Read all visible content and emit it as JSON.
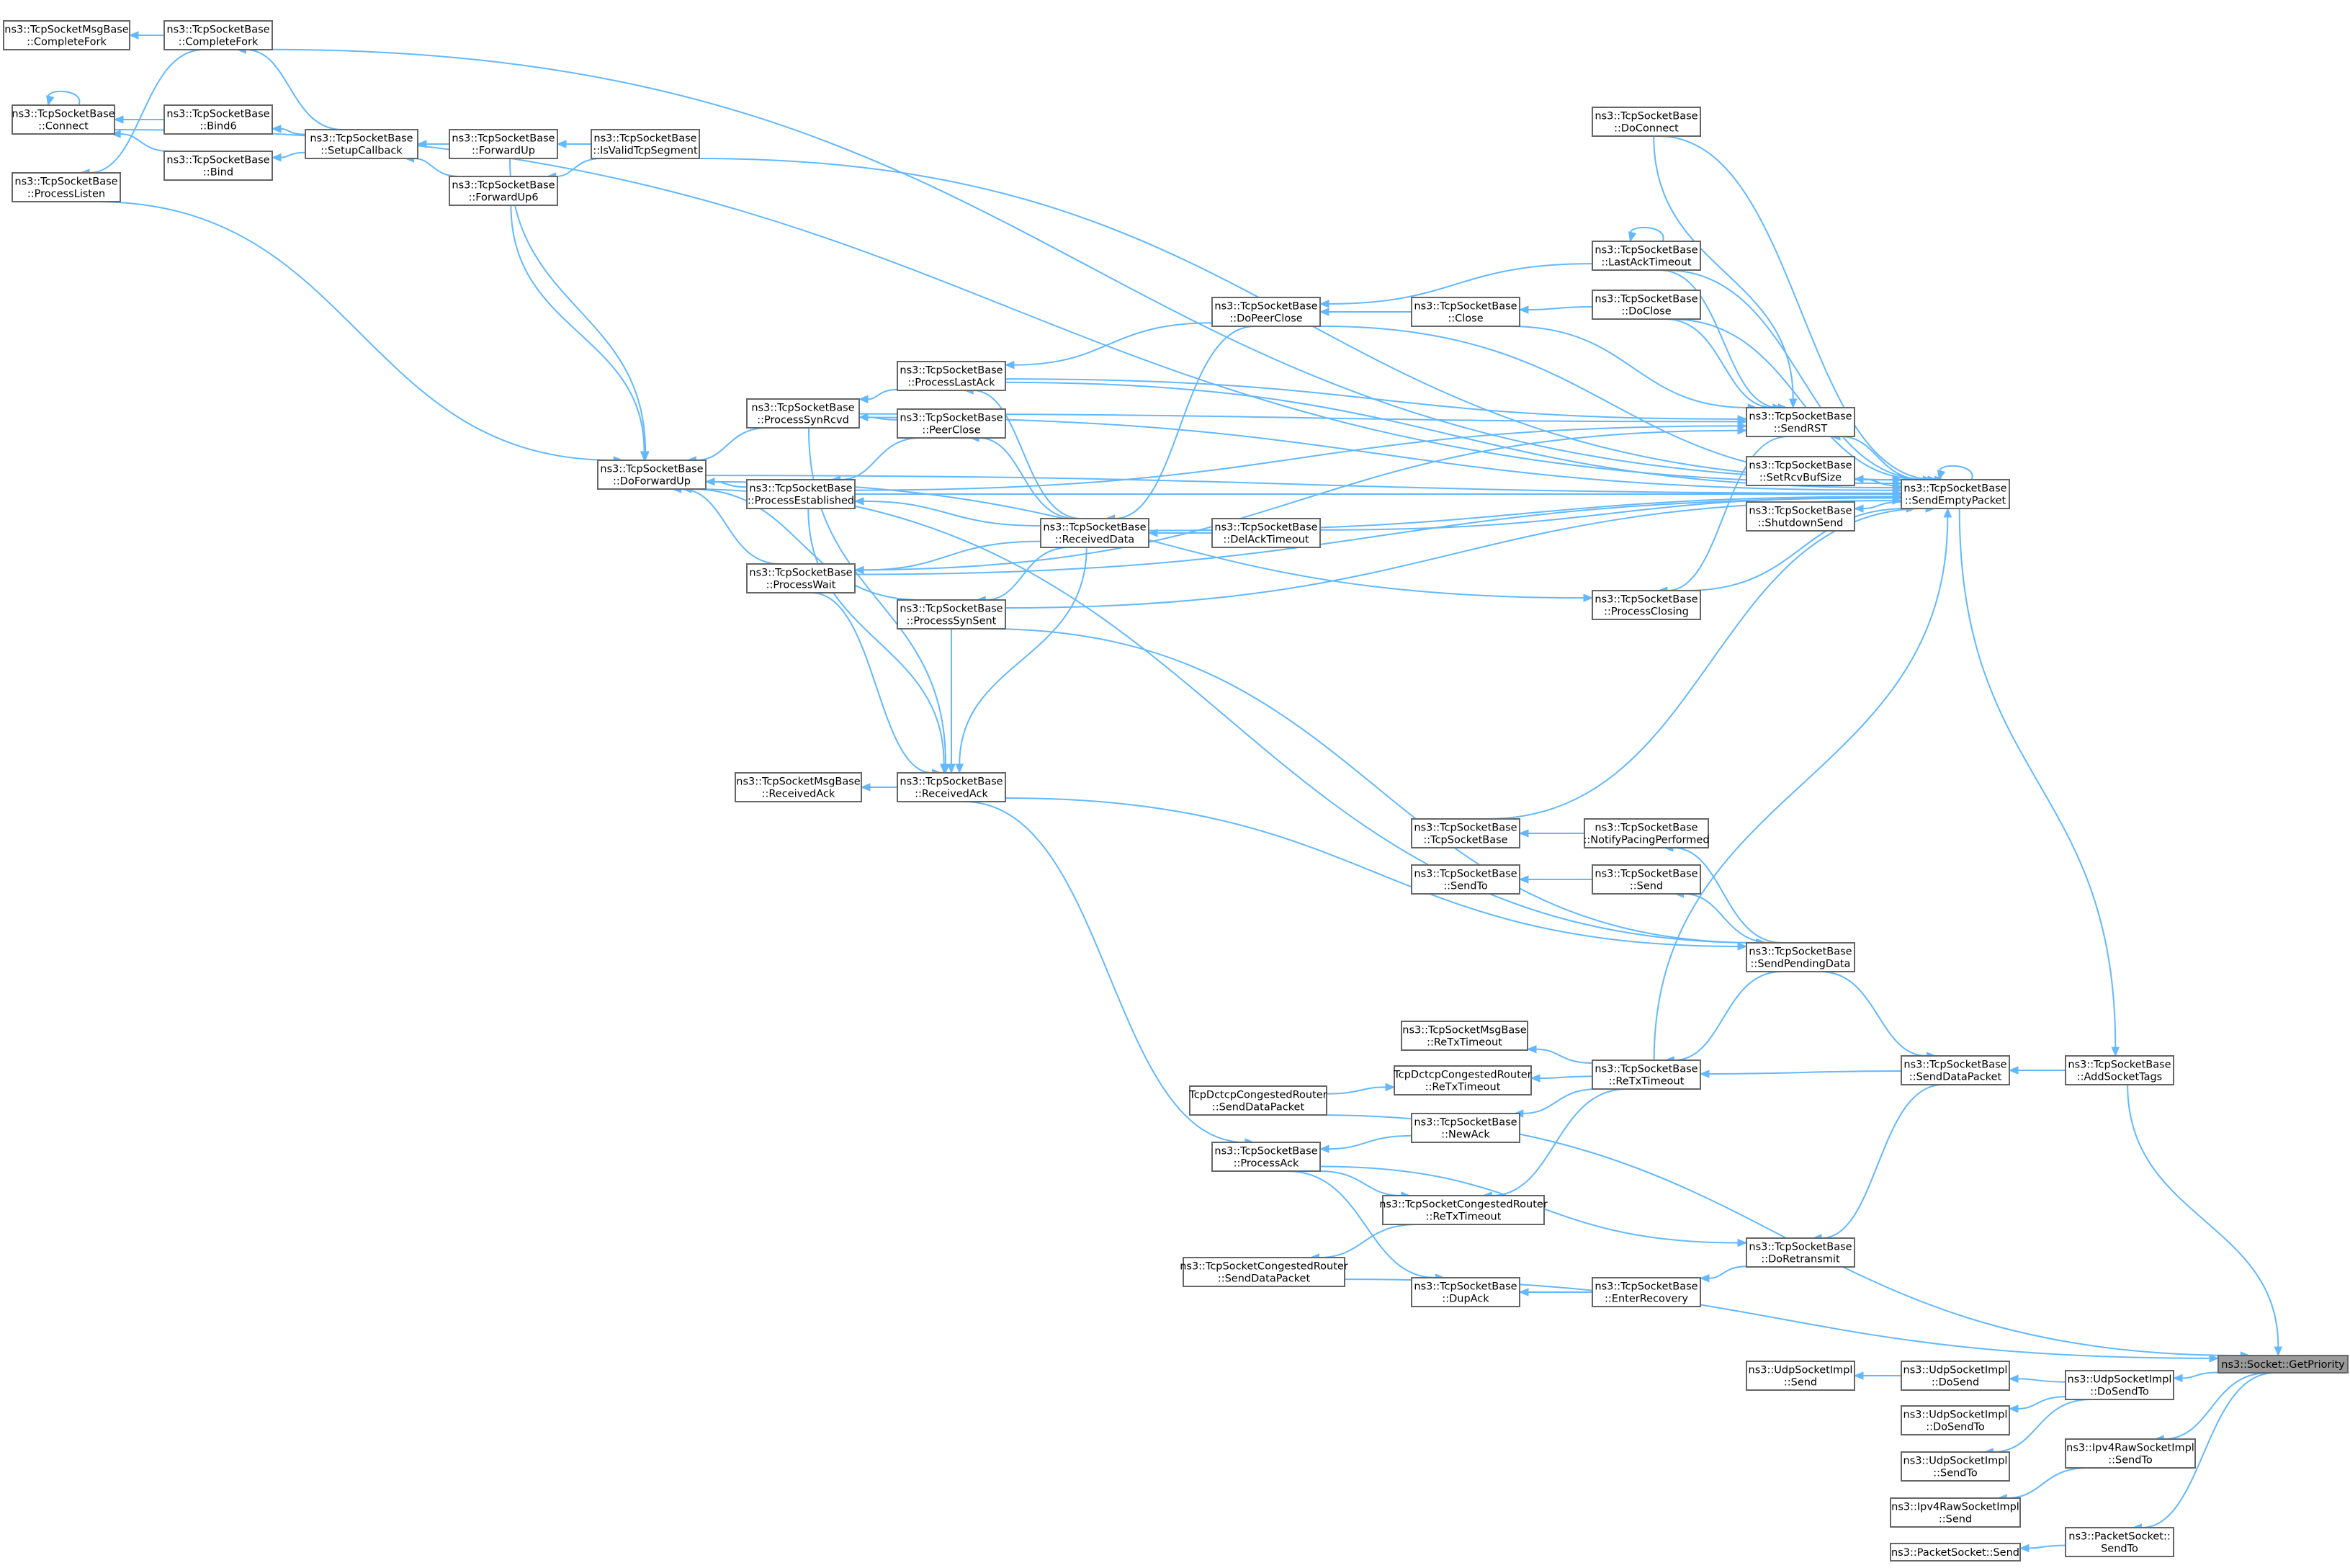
{
  "nodes": [
    {
      "id": "msgbase_completefork",
      "lines": [
        "ns3::TcpSocketMsgBase",
        "::CompleteFork"
      ]
    },
    {
      "id": "completefork",
      "lines": [
        "ns3::TcpSocketBase",
        "::CompleteFork"
      ]
    },
    {
      "id": "connect",
      "lines": [
        "ns3::TcpSocketBase",
        "::Connect"
      ]
    },
    {
      "id": "bind6",
      "lines": [
        "ns3::TcpSocketBase",
        "::Bind6"
      ]
    },
    {
      "id": "bind",
      "lines": [
        "ns3::TcpSocketBase",
        "::Bind"
      ]
    },
    {
      "id": "processlisten",
      "lines": [
        "ns3::TcpSocketBase",
        "::ProcessListen"
      ]
    },
    {
      "id": "setupcallback",
      "lines": [
        "ns3::TcpSocketBase",
        "::SetupCallback"
      ]
    },
    {
      "id": "forwardup",
      "lines": [
        "ns3::TcpSocketBase",
        "::ForwardUp"
      ]
    },
    {
      "id": "forwardup6",
      "lines": [
        "ns3::TcpSocketBase",
        "::ForwardUp6"
      ]
    },
    {
      "id": "isvalidtcpsegment",
      "lines": [
        "ns3::TcpSocketBase",
        "::IsValidTcpSegment"
      ]
    },
    {
      "id": "doforwardup",
      "lines": [
        "ns3::TcpSocketBase",
        "::DoForwardUp"
      ]
    },
    {
      "id": "processsynrcvd",
      "lines": [
        "ns3::TcpSocketBase",
        "::ProcessSynRcvd"
      ]
    },
    {
      "id": "processestablished",
      "lines": [
        "ns3::TcpSocketBase",
        "::ProcessEstablished"
      ]
    },
    {
      "id": "processwait",
      "lines": [
        "ns3::TcpSocketBase",
        "::ProcessWait"
      ]
    },
    {
      "id": "processlastack",
      "lines": [
        "ns3::TcpSocketBase",
        "::ProcessLastAck"
      ]
    },
    {
      "id": "peerclose",
      "lines": [
        "ns3::TcpSocketBase",
        "::PeerClose"
      ]
    },
    {
      "id": "processsynsent",
      "lines": [
        "ns3::TcpSocketBase",
        "::ProcessSynSent"
      ]
    },
    {
      "id": "receiveddata",
      "lines": [
        "ns3::TcpSocketBase",
        "::ReceivedData"
      ]
    },
    {
      "id": "receivedack",
      "lines": [
        "ns3::TcpSocketBase",
        "::ReceivedAck"
      ]
    },
    {
      "id": "msgbase_receivedack",
      "lines": [
        "ns3::TcpSocketMsgBase",
        "::ReceivedAck"
      ]
    },
    {
      "id": "dopeerclose",
      "lines": [
        "ns3::TcpSocketBase",
        "::DoPeerClose"
      ]
    },
    {
      "id": "close",
      "lines": [
        "ns3::TcpSocketBase",
        "::Close"
      ]
    },
    {
      "id": "delacktimeout",
      "lines": [
        "ns3::TcpSocketBase",
        "::DelAckTimeout"
      ]
    },
    {
      "id": "doconnect",
      "lines": [
        "ns3::TcpSocketBase",
        "::DoConnect"
      ]
    },
    {
      "id": "lastacktimeout",
      "lines": [
        "ns3::TcpSocketBase",
        "::LastAckTimeout"
      ]
    },
    {
      "id": "doclose",
      "lines": [
        "ns3::TcpSocketBase",
        "::DoClose"
      ]
    },
    {
      "id": "sendrst",
      "lines": [
        "ns3::TcpSocketBase",
        "::SendRST"
      ]
    },
    {
      "id": "setrcvbufsize",
      "lines": [
        "ns3::TcpSocketBase",
        "::SetRcvBufSize"
      ]
    },
    {
      "id": "shutdownsend",
      "lines": [
        "ns3::TcpSocketBase",
        "::ShutdownSend"
      ]
    },
    {
      "id": "processclosing",
      "lines": [
        "ns3::TcpSocketBase",
        "::ProcessClosing"
      ]
    },
    {
      "id": "sendemptypacket",
      "lines": [
        "ns3::TcpSocketBase",
        "::SendEmptyPacket"
      ]
    },
    {
      "id": "tcpsocketbase",
      "lines": [
        "ns3::TcpSocketBase",
        "::TcpSocketBase"
      ]
    },
    {
      "id": "notifypacing",
      "lines": [
        "ns3::TcpSocketBase",
        "::NotifyPacingPerformed"
      ]
    },
    {
      "id": "sendto_tcp",
      "lines": [
        "ns3::TcpSocketBase",
        "::SendTo"
      ]
    },
    {
      "id": "send_tcp",
      "lines": [
        "ns3::TcpSocketBase",
        "::Send"
      ]
    },
    {
      "id": "sendpendingdata",
      "lines": [
        "ns3::TcpSocketBase",
        "::SendPendingData"
      ]
    },
    {
      "id": "msgbase_retxtimeout",
      "lines": [
        "ns3::TcpSocketMsgBase",
        "::ReTxTimeout"
      ]
    },
    {
      "id": "dctcp_retxtimeout",
      "lines": [
        "TcpDctcpCongestedRouter",
        "::ReTxTimeout"
      ]
    },
    {
      "id": "dctcp_senddatapacket",
      "lines": [
        "TcpDctcpCongestedRouter",
        "::SendDataPacket"
      ]
    },
    {
      "id": "newack",
      "lines": [
        "ns3::TcpSocketBase",
        "::NewAck"
      ]
    },
    {
      "id": "retxtimeout",
      "lines": [
        "ns3::TcpSocketBase",
        "::ReTxTimeout"
      ]
    },
    {
      "id": "processack",
      "lines": [
        "ns3::TcpSocketBase",
        "::ProcessAck"
      ]
    },
    {
      "id": "cong_retxtimeout",
      "lines": [
        "ns3::TcpSocketCongestedRouter",
        "::ReTxTimeout"
      ]
    },
    {
      "id": "cong_senddatapacket",
      "lines": [
        "ns3::TcpSocketCongestedRouter",
        "::SendDataPacket"
      ]
    },
    {
      "id": "dupack",
      "lines": [
        "ns3::TcpSocketBase",
        "::DupAck"
      ]
    },
    {
      "id": "enterrecovery",
      "lines": [
        "ns3::TcpSocketBase",
        "::EnterRecovery"
      ]
    },
    {
      "id": "doretransmit",
      "lines": [
        "ns3::TcpSocketBase",
        "::DoRetransmit"
      ]
    },
    {
      "id": "senddatapacket",
      "lines": [
        "ns3::TcpSocketBase",
        "::SendDataPacket"
      ]
    },
    {
      "id": "addsockettags",
      "lines": [
        "ns3::TcpSocketBase",
        "::AddSocketTags"
      ]
    },
    {
      "id": "getpriority",
      "lines": [
        "ns3::Socket::GetPriority"
      ]
    },
    {
      "id": "udp_send",
      "lines": [
        "ns3::UdpSocketImpl",
        "::Send"
      ]
    },
    {
      "id": "udp_dosend",
      "lines": [
        "ns3::UdpSocketImpl",
        "::DoSend"
      ]
    },
    {
      "id": "udp_dosendto_l",
      "lines": [
        "ns3::UdpSocketImpl",
        "::DoSendTo"
      ]
    },
    {
      "id": "udp_sendto",
      "lines": [
        "ns3::UdpSocketImpl",
        "::SendTo"
      ]
    },
    {
      "id": "udp_dosendto",
      "lines": [
        "ns3::UdpSocketImpl",
        "::DoSendTo"
      ]
    },
    {
      "id": "ipv4raw_send",
      "lines": [
        "ns3::Ipv4RawSocketImpl",
        "::Send"
      ]
    },
    {
      "id": "ipv4raw_sendto",
      "lines": [
        "ns3::Ipv4RawSocketImpl",
        "::SendTo"
      ]
    },
    {
      "id": "packet_send",
      "lines": [
        "ns3::PacketSocket::Send"
      ]
    },
    {
      "id": "packet_sendto",
      "lines": [
        "ns3::PacketSocket::",
        "SendTo"
      ]
    }
  ],
  "root": "getpriority"
}
